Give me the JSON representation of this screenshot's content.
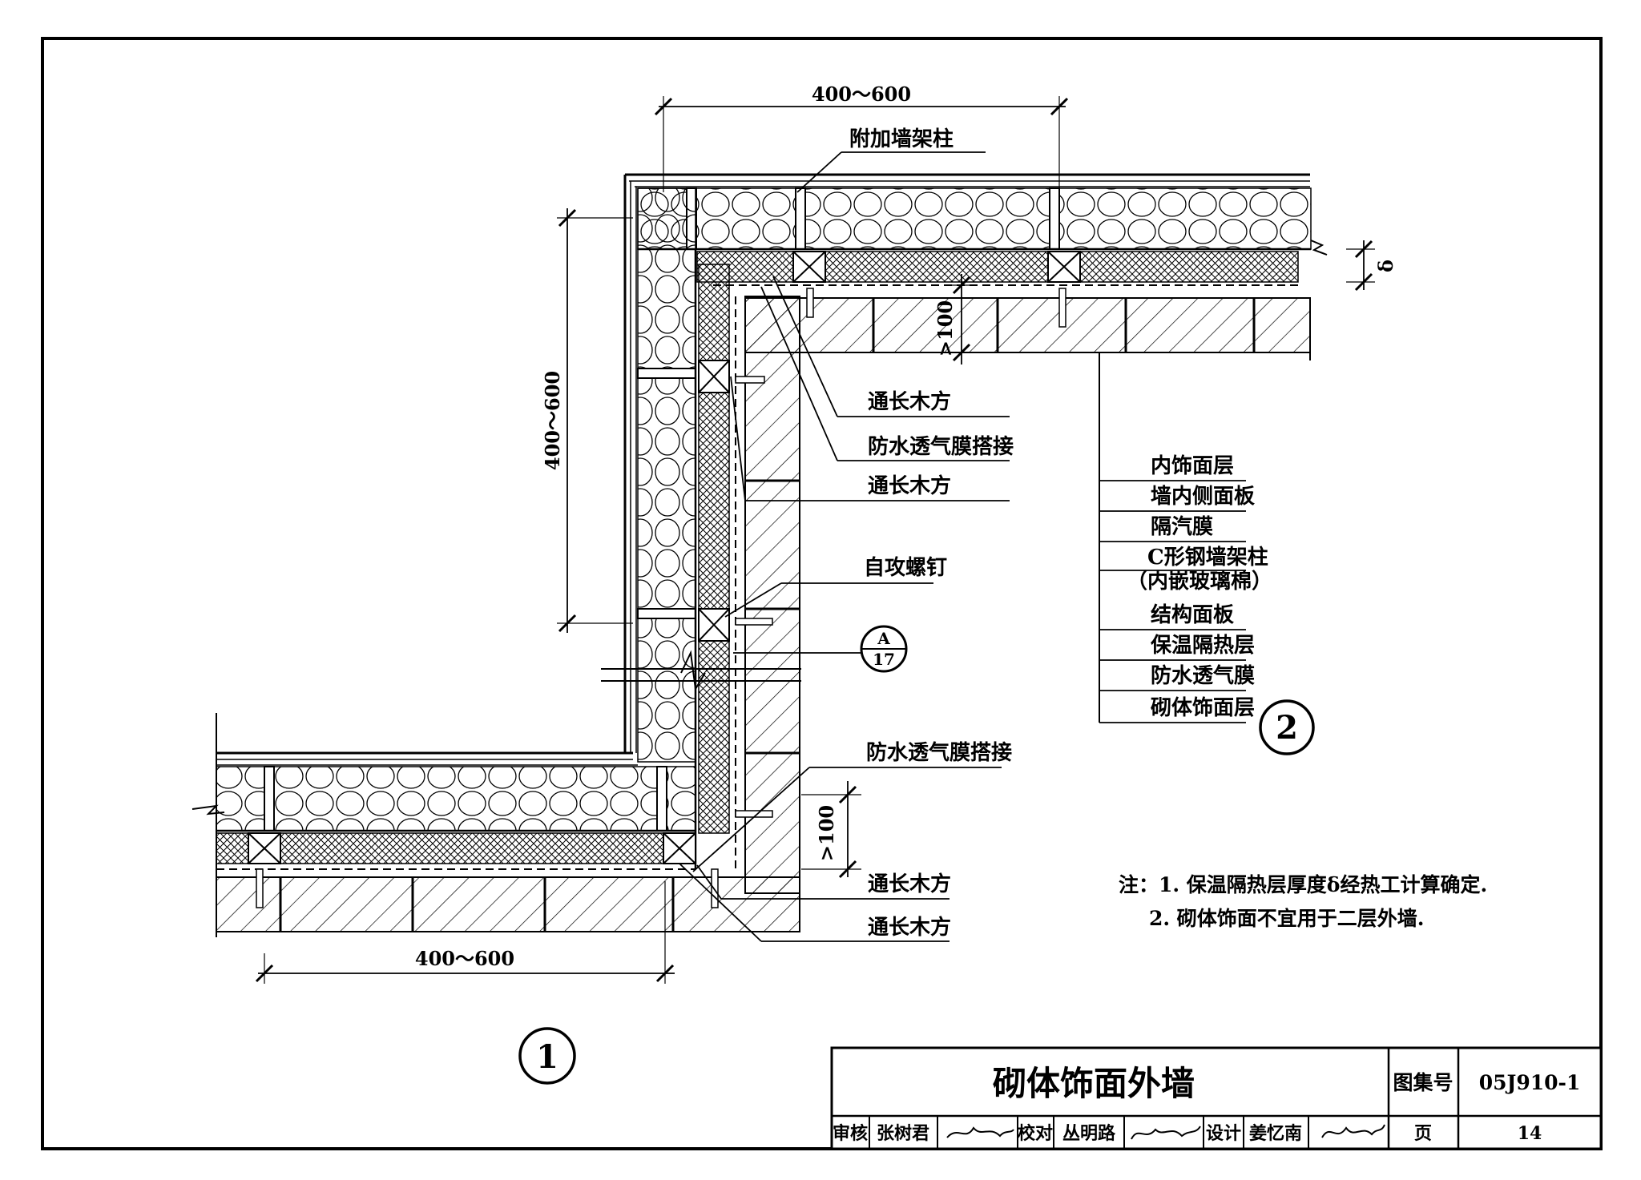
{
  "dimensions": {
    "top": "400～600",
    "left_vertical": "400～600",
    "bottom": "400～600",
    "right_vertical": ">100",
    "bottom_vertical": ">100",
    "delta": "δ"
  },
  "callouts": {
    "additional_stud": "附加墙架柱",
    "timber_1": "通长木方",
    "membrane_overlap_1": "防水透气膜搭接",
    "timber_2": "通长木方",
    "screw": "自攻螺钉",
    "membrane_overlap_2": "防水透气膜搭接",
    "timber_3": "通长木方",
    "timber_4": "通长木方"
  },
  "detail_ref": {
    "letter": "A",
    "page": "17"
  },
  "layers": [
    "内饰面层",
    "墙内侧面板",
    "隔汽膜",
    "C形钢墙架柱",
    "（内嵌玻璃棉）",
    "结构面板",
    "保温隔热层",
    "防水透气膜",
    "砌体饰面层"
  ],
  "marks": {
    "detail_1": "1",
    "detail_2": "2"
  },
  "notes": [
    "注：1. 保温隔热层厚度δ经热工计算确定.",
    "2. 砌体饰面不宜用于二层外墙."
  ],
  "title_block": {
    "title": "砌体饰面外墙",
    "atlas_label": "图集号",
    "atlas_no": "05J910-1",
    "review_label": "审核",
    "reviewer": "张树君",
    "check_label": "校对",
    "checker": "丛明路",
    "design_label": "设计",
    "designer": "姜忆南",
    "page_label": "页",
    "page_no": "14"
  }
}
